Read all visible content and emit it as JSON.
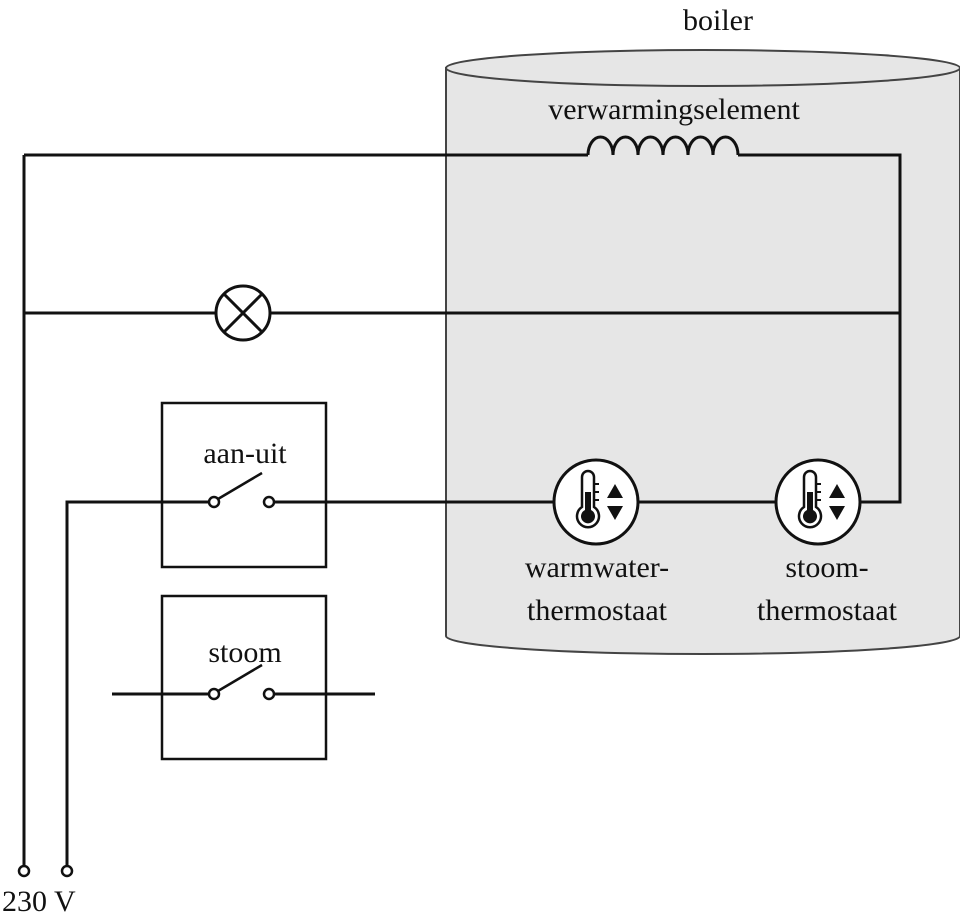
{
  "labels": {
    "boiler": "boiler",
    "heating_element": "verwarmingselement",
    "switch_on_off": "aan-uit",
    "switch_steam": "stoom",
    "thermostat_hot_water_line1": "warmwater-",
    "thermostat_hot_water_line2": "thermostaat",
    "thermostat_steam_line1": "stoom-",
    "thermostat_steam_line2": "thermostaat",
    "voltage": "230 V"
  },
  "colors": {
    "boiler_fill": "#e6e6e6",
    "line": "#111111",
    "background": "#ffffff"
  },
  "icons": {
    "lamp": "lamp-cross-icon",
    "thermostat": "thermometer-updown-icon"
  }
}
